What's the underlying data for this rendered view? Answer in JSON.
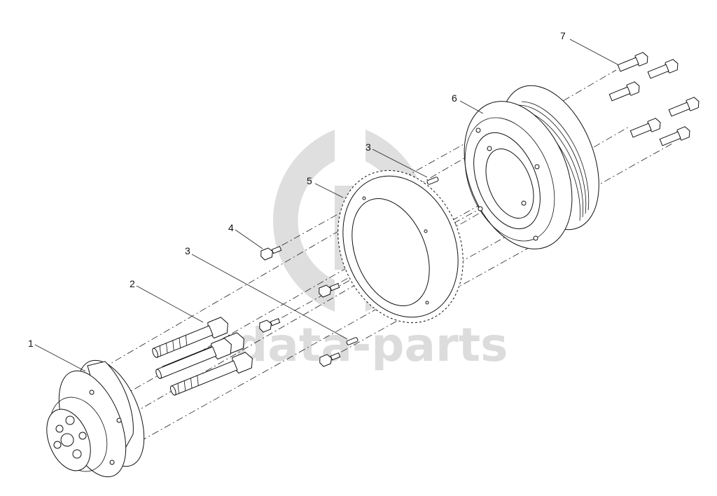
{
  "header_code": "",
  "watermark": {
    "text": "data-parts",
    "logo_icon": "dp-logo-icon",
    "color": "#d7d7d7"
  },
  "callouts": [
    {
      "id": "1",
      "text": "1"
    },
    {
      "id": "2",
      "text": "2"
    },
    {
      "id": "3a",
      "text": "3"
    },
    {
      "id": "3b",
      "text": "3"
    },
    {
      "id": "4",
      "text": "4"
    },
    {
      "id": "5",
      "text": "5"
    },
    {
      "id": "6",
      "text": "6"
    },
    {
      "id": "7",
      "text": "7"
    }
  ],
  "parts": {
    "p1": "hub",
    "p2": "long-bolts",
    "p3": "dowel-pins",
    "p4": "small-bolts",
    "p5": "tone-wheel",
    "p6": "pulley-damper",
    "p7": "flange-bolts"
  },
  "colors": {
    "ink": "#111111",
    "watermark": "#d7d7d7"
  }
}
